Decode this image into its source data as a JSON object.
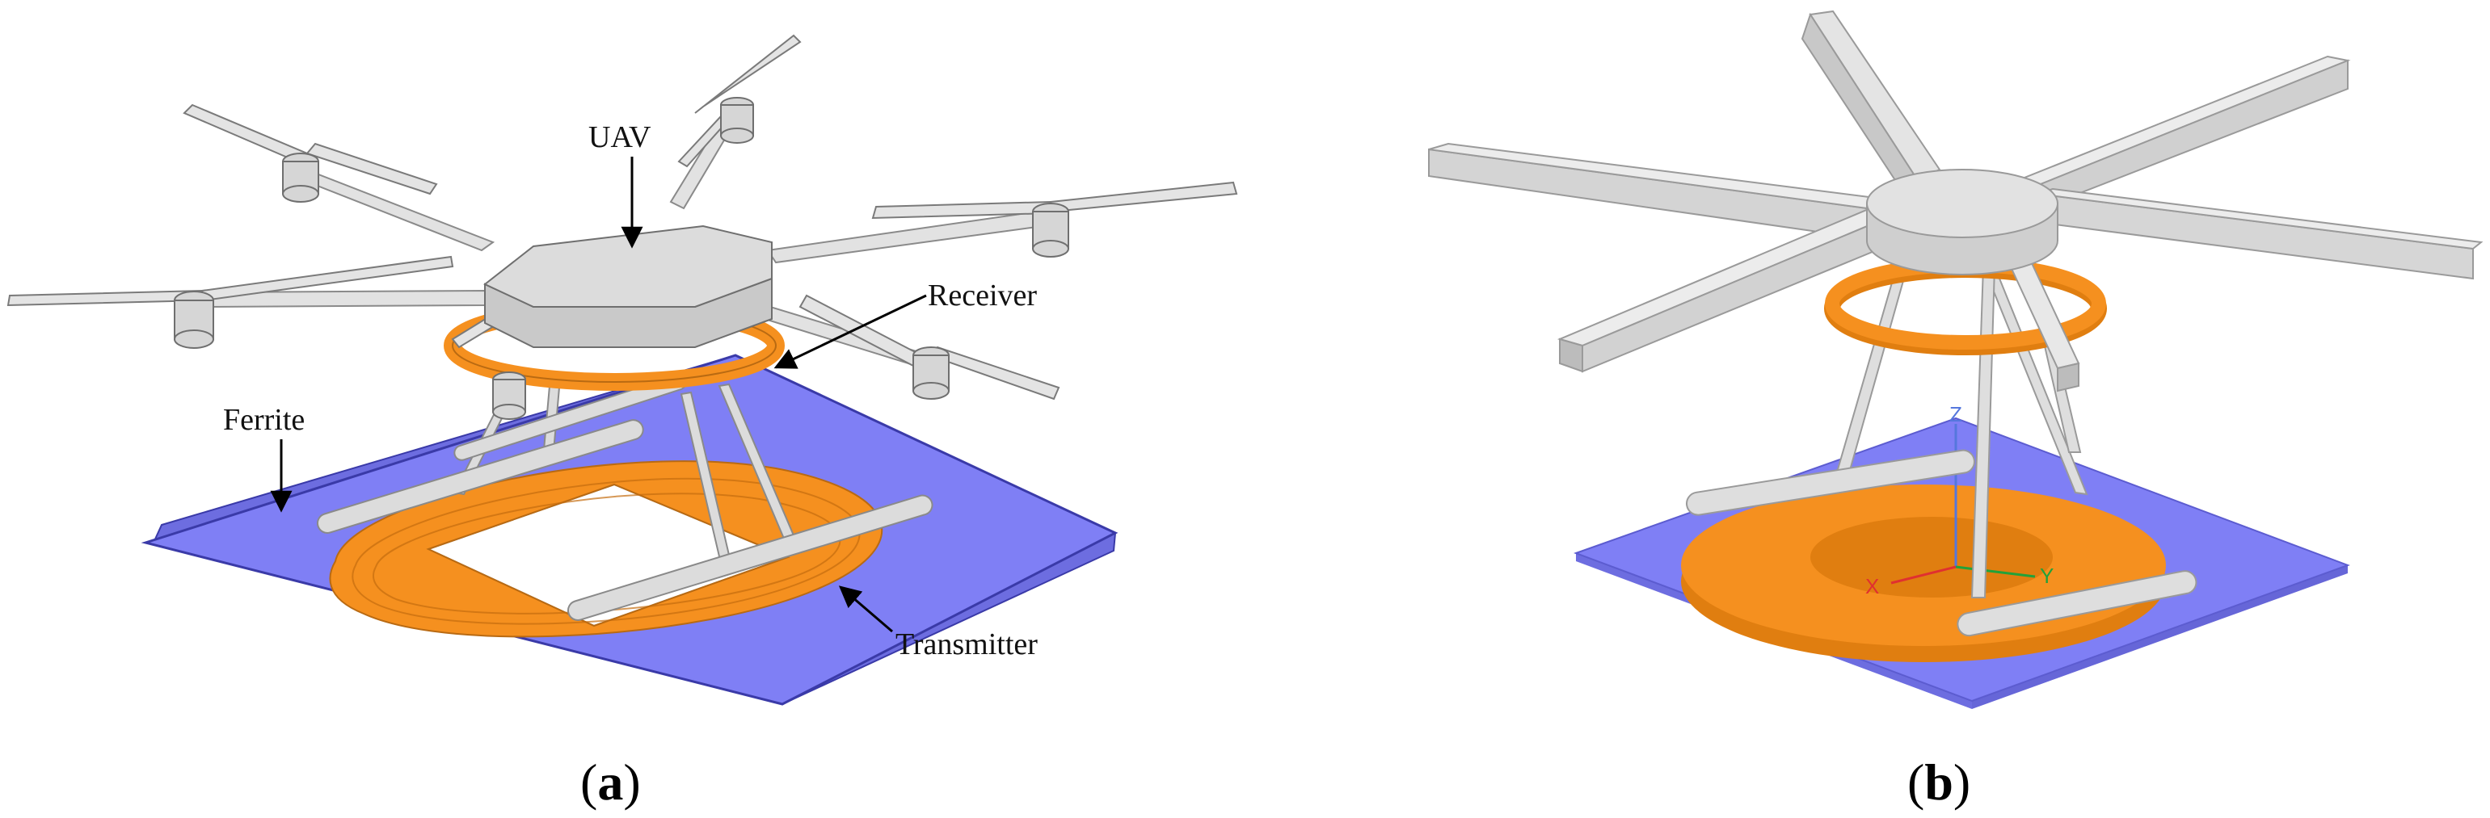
{
  "panels": [
    {
      "caption": {
        "open": "(",
        "letter": "a",
        "close": ")"
      },
      "callouts": {
        "uav": "UAV",
        "receiver": "Receiver",
        "ferrite": "Ferrite",
        "transmitter": "Transmitter"
      }
    },
    {
      "caption": {
        "open": "(",
        "letter": "b",
        "close": ")"
      },
      "axes": {
        "x": "X",
        "y": "Y",
        "z": "Z"
      }
    }
  ],
  "colors": {
    "ferrite": "#7f7ff5",
    "coil": "#f5901f",
    "structure": "#d4d4d4",
    "axis_x": "#e03030",
    "axis_y": "#22a23a",
    "axis_z": "#5577dd"
  }
}
